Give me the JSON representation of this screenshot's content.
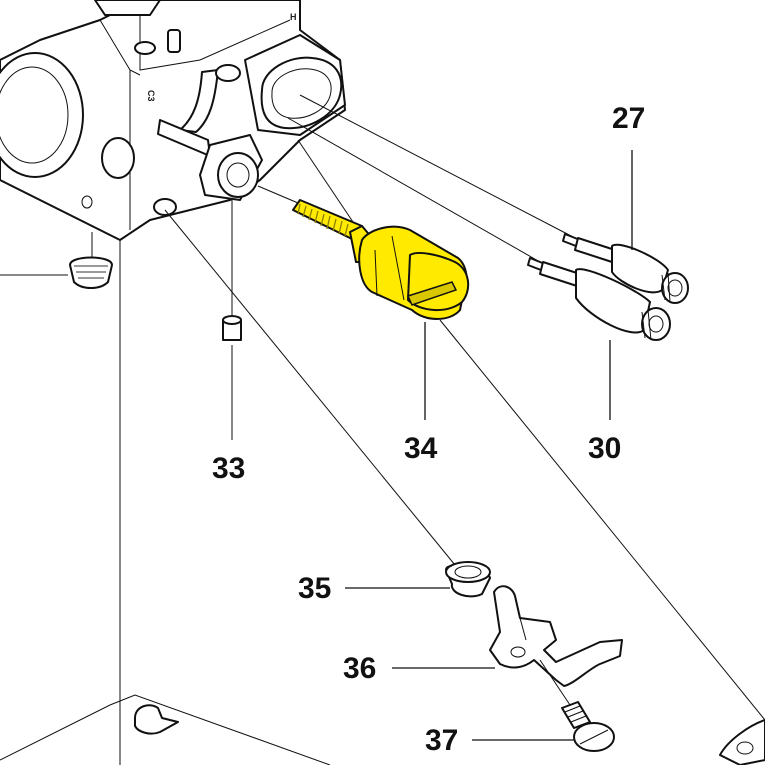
{
  "diagram": {
    "highlight_color": "#ffea00",
    "callouts": [
      {
        "id": "27",
        "text": "27"
      },
      {
        "id": "30",
        "text": "30"
      },
      {
        "id": "33",
        "text": "33"
      },
      {
        "id": "34",
        "text": "34"
      },
      {
        "id": "35",
        "text": "35"
      },
      {
        "id": "36",
        "text": "36"
      },
      {
        "id": "37",
        "text": "37"
      }
    ],
    "body_marks": {
      "h": "H",
      "c": "C3"
    }
  }
}
